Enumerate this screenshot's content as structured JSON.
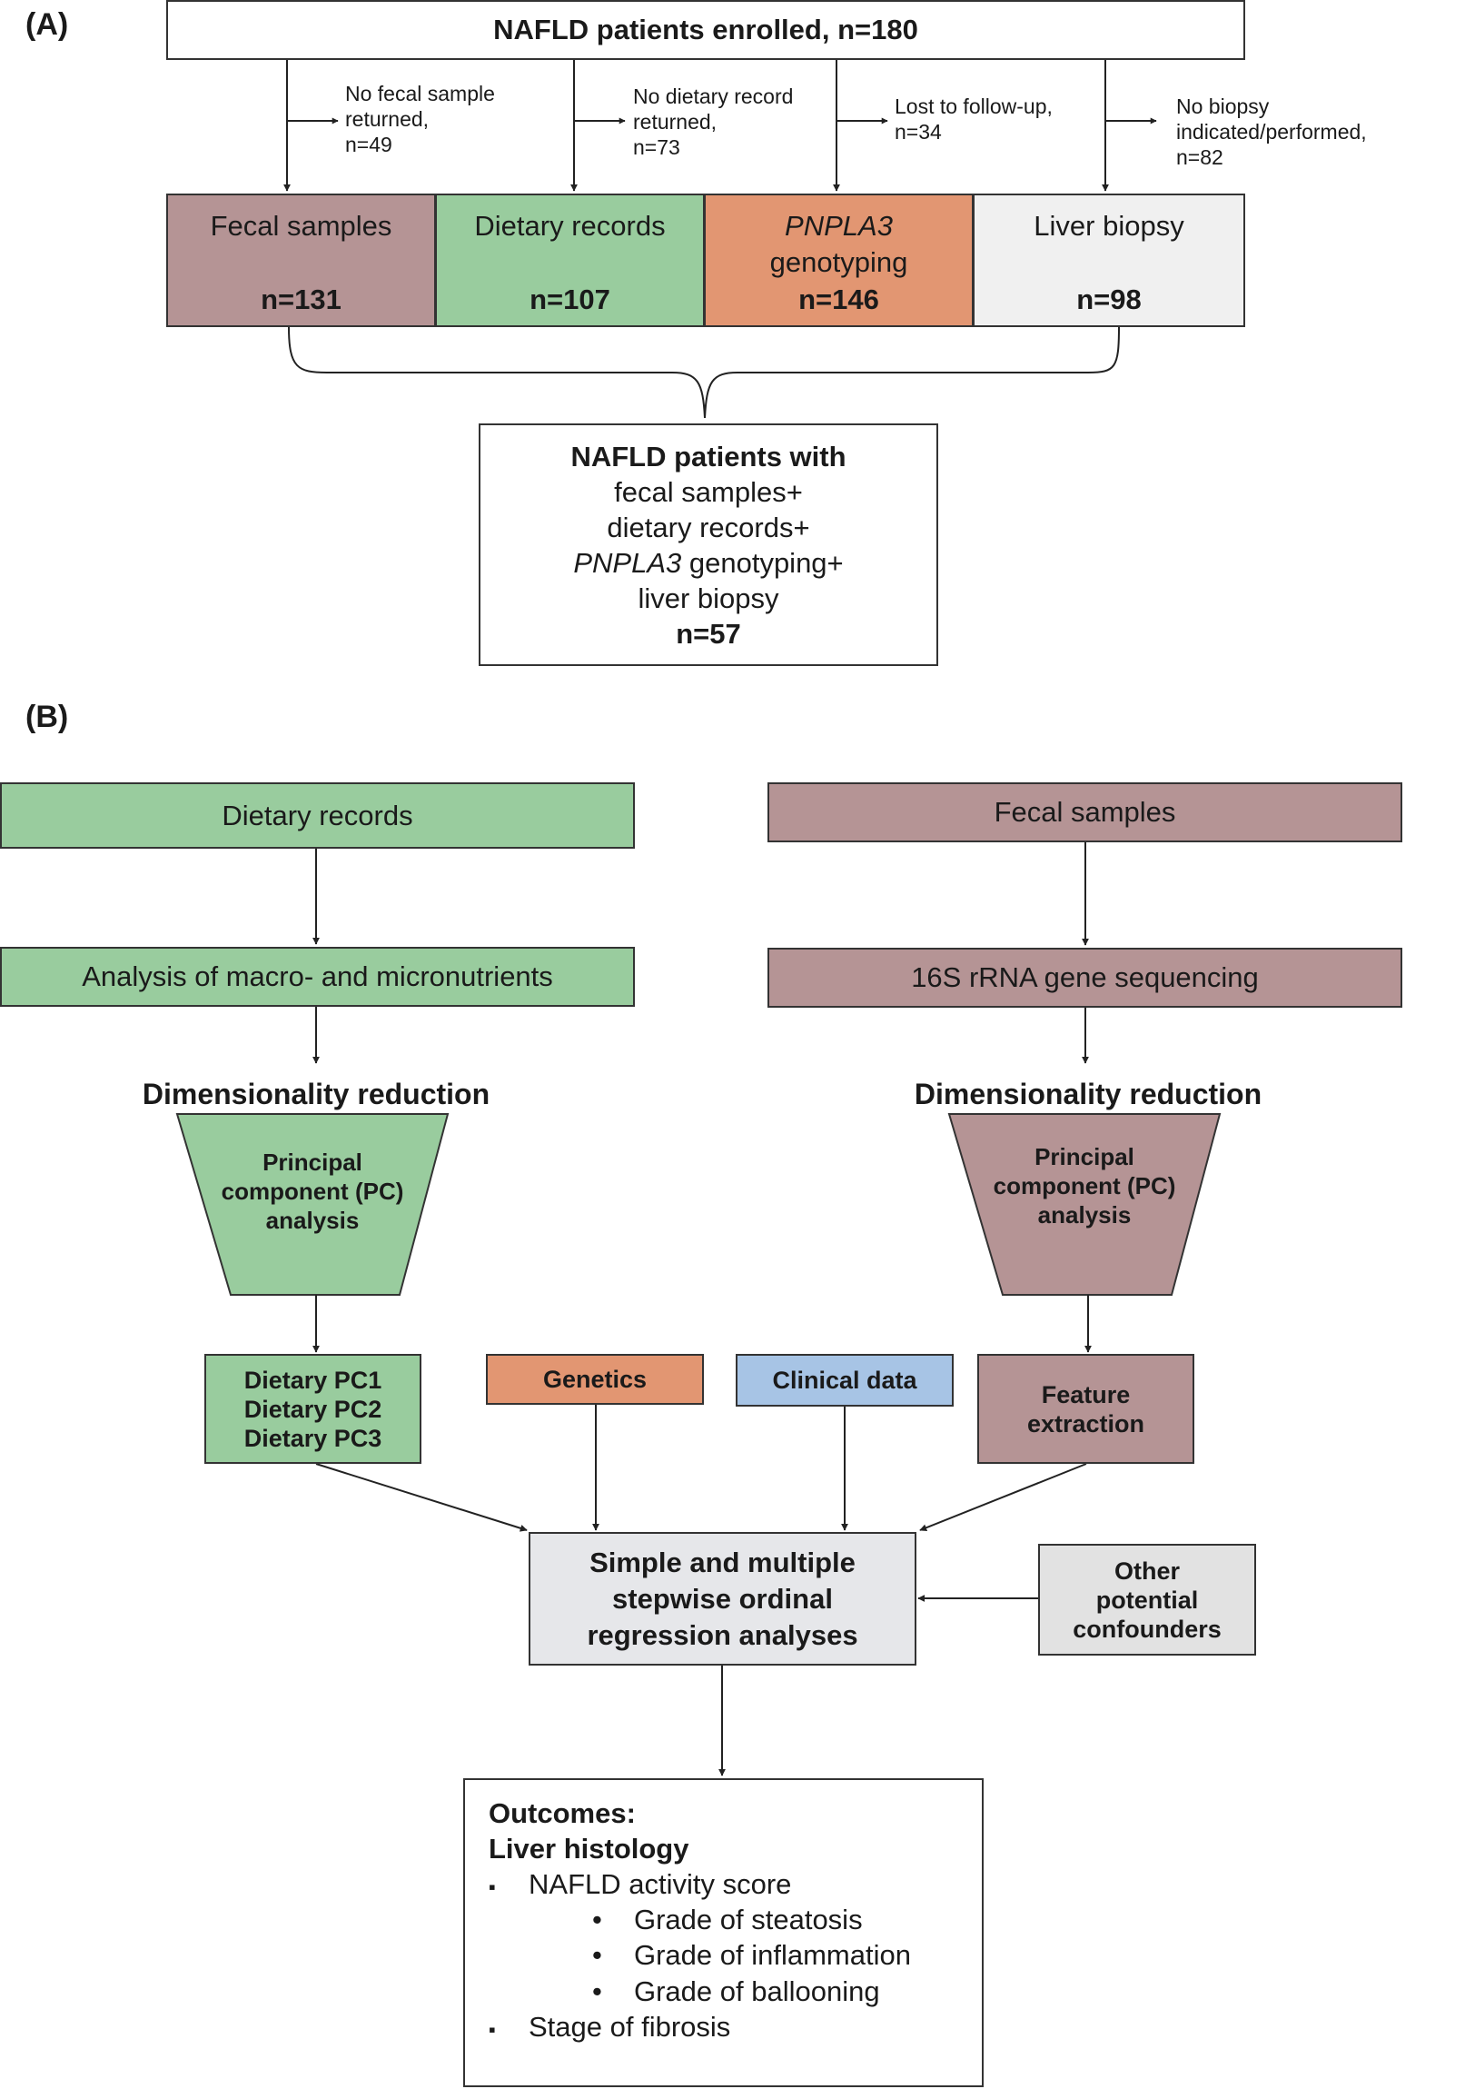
{
  "panel_a": {
    "label": "(A)",
    "enrolled": "NAFLD patients enrolled, n=180",
    "exclusions": [
      {
        "lines": [
          "No fecal sample",
          "returned,",
          "n=49"
        ]
      },
      {
        "lines": [
          "No dietary record",
          "returned,",
          "n=73"
        ]
      },
      {
        "lines": [
          "Lost to follow-up,",
          "n=34"
        ]
      },
      {
        "lines": [
          "No biopsy indicated/performed,",
          "n=82"
        ]
      }
    ],
    "groups": [
      {
        "label": "Fecal samples",
        "n": "n=131",
        "color": "#b59495"
      },
      {
        "label_italic": "PNPLA3",
        "label": "genotyping",
        "n": "n=146",
        "color": "#e29672"
      },
      {
        "label": "Dietary records",
        "n": "n=107",
        "color": "#99cc9e"
      },
      {
        "label": "Liver biopsy",
        "n": "n=98",
        "color": "#f0f0f0"
      }
    ],
    "combined": {
      "title": "NAFLD patients with",
      "line1": "fecal samples+",
      "line2": "dietary records+",
      "line3_italic": "PNPLA3",
      "line3": " genotyping+",
      "line4": "liver biopsy",
      "n": "n=57"
    }
  },
  "panel_b": {
    "label": "(B)",
    "left": {
      "source": "Dietary records",
      "analysis": "Analysis of macro- and micronutrients",
      "reduction": "Dimensionality reduction",
      "pca": [
        "Principal",
        "component (PC)",
        "analysis"
      ],
      "outputs": [
        "Dietary PC1",
        "Dietary PC2",
        "Dietary PC3"
      ],
      "color": "#99cc9e"
    },
    "right": {
      "source": "Fecal samples",
      "analysis": "16S rRNA gene sequencing",
      "reduction": "Dimensionality reduction",
      "pca": [
        "Principal",
        "component (PC)",
        "analysis"
      ],
      "outputs": [
        "Feature",
        "extraction"
      ],
      "color": "#b59495"
    },
    "genetics": {
      "label": "Genetics",
      "color": "#e29672"
    },
    "clinical": {
      "label": "Clinical data",
      "color": "#a7c4e5"
    },
    "regression": {
      "lines": [
        "Simple and multiple",
        "stepwise ordinal",
        "regression analyses"
      ],
      "color": "#e6e7ea"
    },
    "confounders": {
      "lines": [
        "Other",
        "potential",
        "confounders"
      ],
      "color": "#e2e2e2"
    },
    "outcomes": {
      "title": "Outcomes:",
      "subtitle": "Liver histology",
      "items": [
        {
          "bullet": "▪",
          "text": "NAFLD activity score"
        },
        {
          "bullet": "•",
          "text": "Grade of steatosis"
        },
        {
          "bullet": "•",
          "text": "Grade of inflammation"
        },
        {
          "bullet": "•",
          "text": "Grade of ballooning"
        },
        {
          "bullet": "▪",
          "text": "Stage of fibrosis"
        }
      ]
    }
  }
}
